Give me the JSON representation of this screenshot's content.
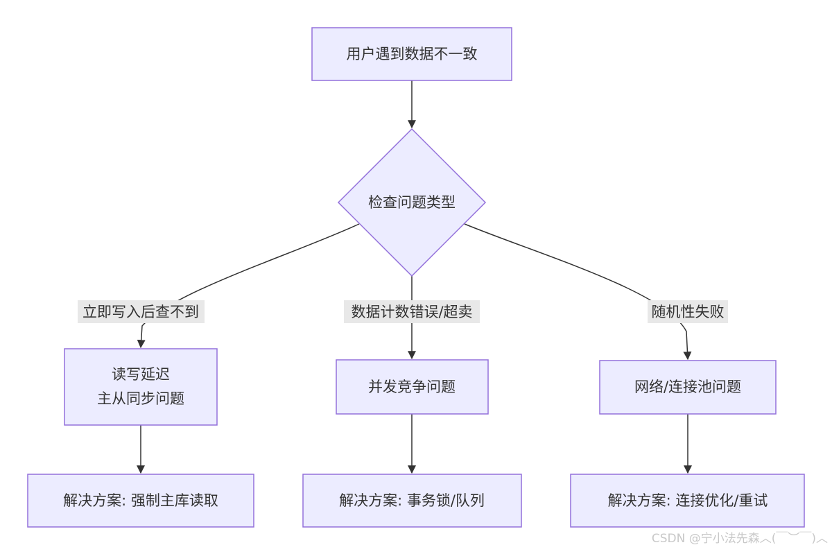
{
  "nodes": {
    "start": "用户遇到数据不一致",
    "decision": "检查问题类型",
    "left_line1": "读写延迟",
    "left_line2": "主从同步问题",
    "middle": "并发竞争问题",
    "right": "网络/连接池问题",
    "left_solution": "解决方案: 强制主库读取",
    "middle_solution": "解决方案: 事务锁/队列",
    "right_solution": "解决方案: 连接优化/重试"
  },
  "edge_labels": {
    "left": "立即写入后查不到",
    "middle": "数据计数错误/超卖",
    "right": "随机性失败"
  },
  "watermark": "CSDN @宁小法先森︿(￣︶￣)︿",
  "colors": {
    "node_fill": "#ECECFF",
    "node_stroke": "#9370DB",
    "edge": "#333333",
    "label_bg": "#E8E8E8",
    "watermark": "#C8C8C8"
  }
}
